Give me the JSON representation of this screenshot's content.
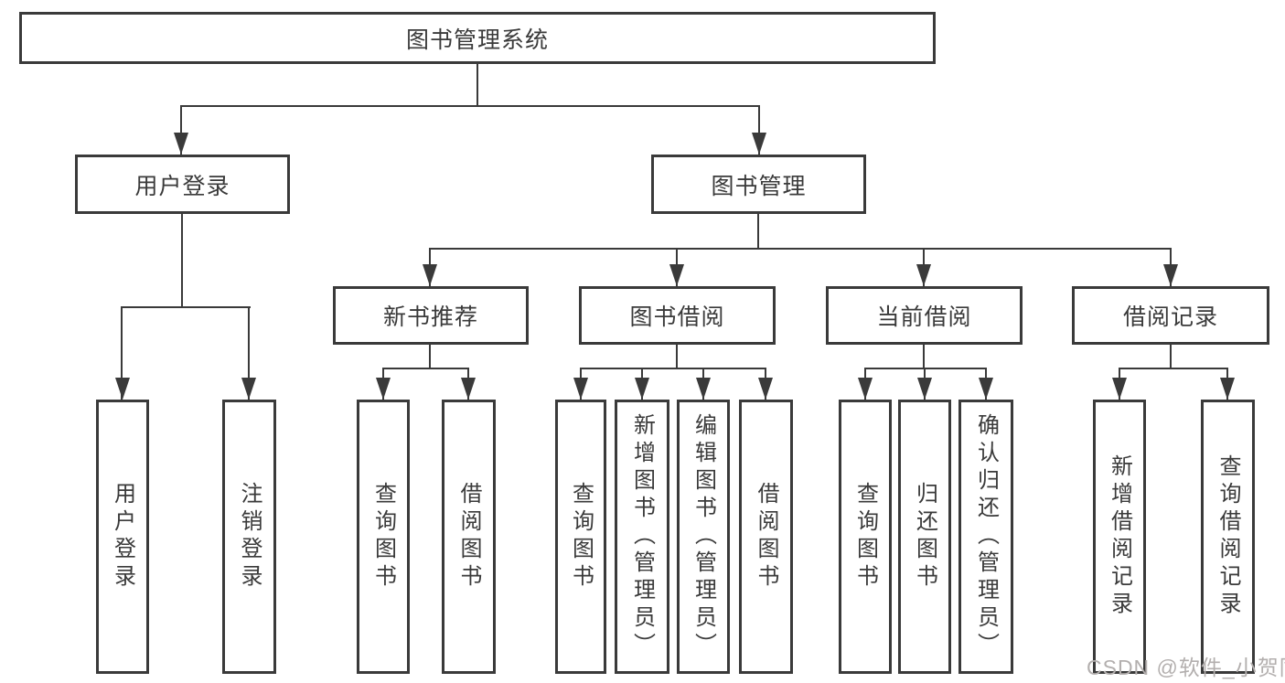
{
  "nodes": {
    "root": {
      "label": "图书管理系统"
    },
    "level2": [
      {
        "label": "用户登录"
      },
      {
        "label": "图书管理"
      }
    ],
    "level3": [
      {
        "label": "新书推荐"
      },
      {
        "label": "图书借阅"
      },
      {
        "label": "当前借阅"
      },
      {
        "label": "借阅记录"
      }
    ],
    "leaves": {
      "user_login": [
        "用户登录",
        "注销登录"
      ],
      "new_book_recommend": [
        "查询图书",
        "借阅图书"
      ],
      "book_borrow": [
        "查询图书",
        "新增图书（管理员）",
        "编辑图书（管理员）",
        "借阅图书"
      ],
      "current_borrow": [
        "查询图书",
        "归还图书",
        "确认归还（管理员）"
      ],
      "borrow_records": [
        "新增借阅记录",
        "查询借阅记录"
      ]
    }
  },
  "watermark": "CSDN @软件_小贺同学",
  "colors": {
    "line": "#3a3a3a",
    "text": "#3a3a3a",
    "watermark": "#b3afae",
    "background": "#ffffff"
  }
}
